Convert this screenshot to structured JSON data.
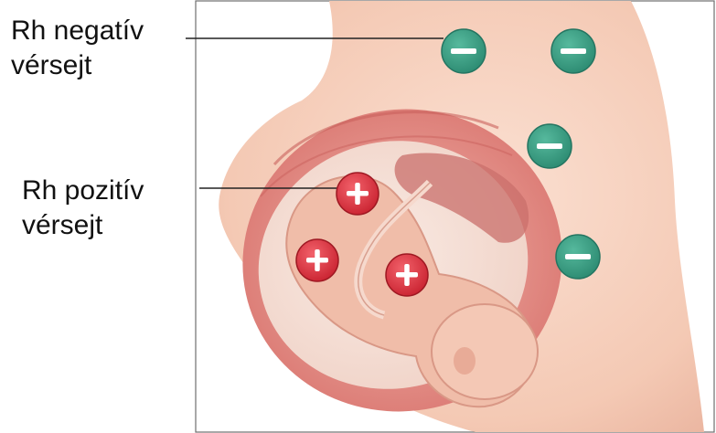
{
  "labels": {
    "negative": {
      "line1": "Rh negatív",
      "line2": "vérsejt"
    },
    "positive": {
      "line1": "Rh pozitív",
      "line2": "vérsejt"
    }
  },
  "cells": {
    "negative_symbol": "−",
    "positive_symbol": "+",
    "negative_color": "#3fa58a",
    "positive_color": "#e23a45"
  },
  "colors": {
    "skin": "#f4c9b4",
    "uterus": "#e38b85",
    "amniotic": "#f6e2d9",
    "fetus": "#f2c2b0"
  }
}
